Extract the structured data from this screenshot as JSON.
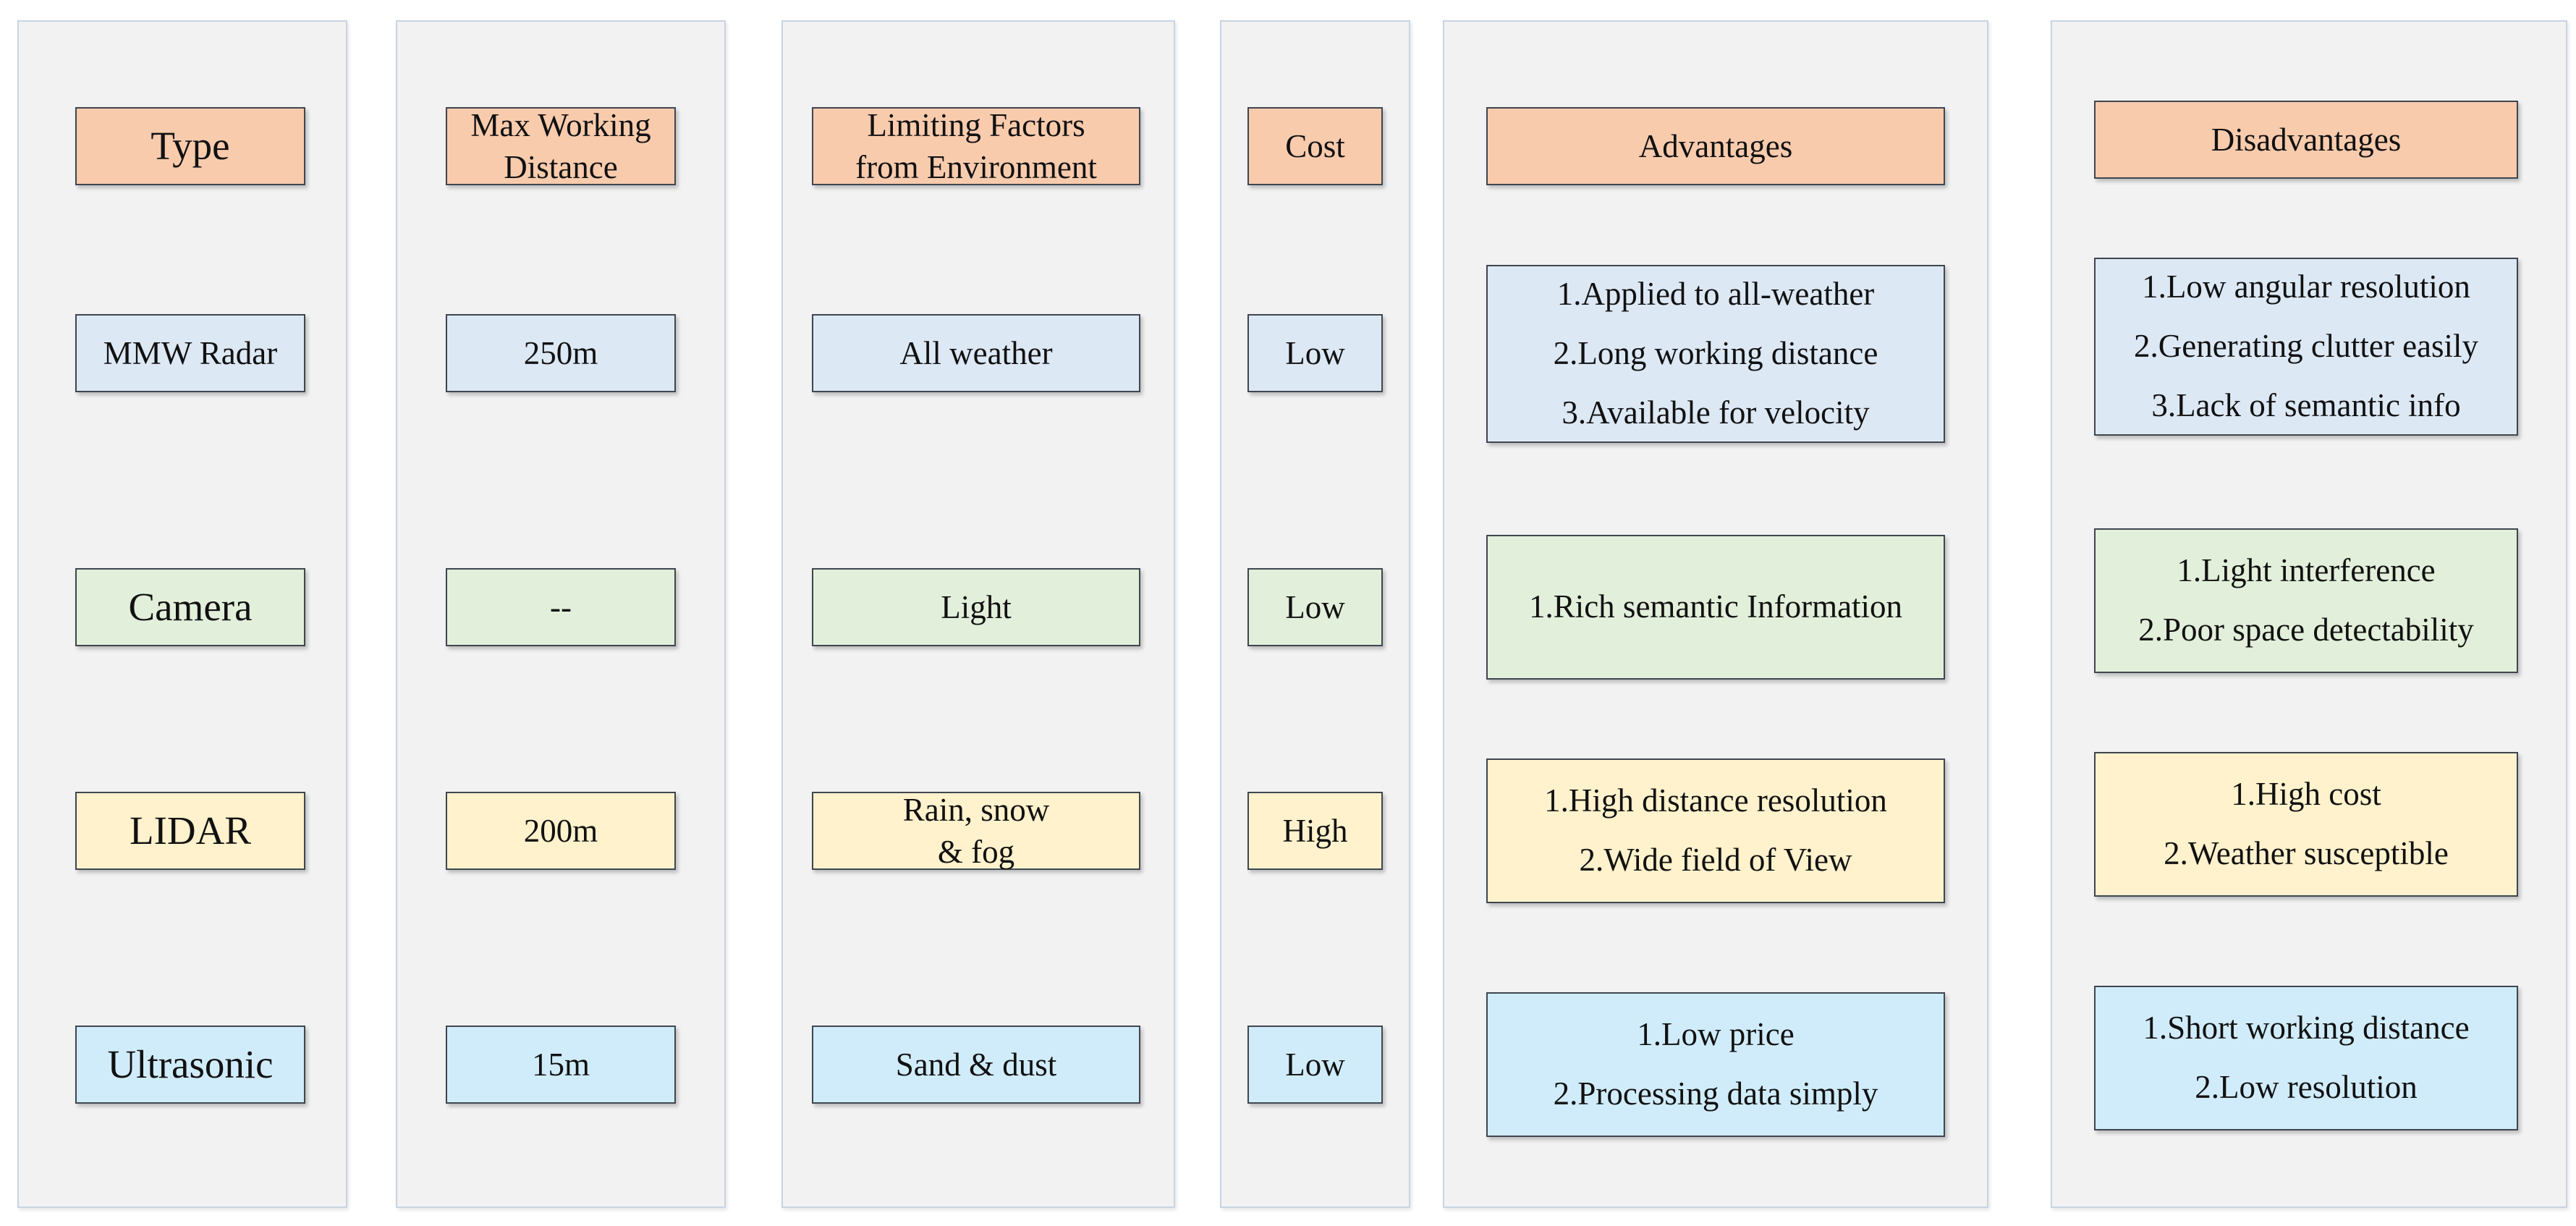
{
  "columns": {
    "type": {
      "header": "Type",
      "rows": [
        "MMW Radar",
        "Camera",
        "LIDAR",
        "Ultrasonic"
      ]
    },
    "max_distance": {
      "header_line1": "Max Working",
      "header_line2": "Distance",
      "rows": [
        "250m",
        "--",
        "200m",
        "15m"
      ]
    },
    "limiting": {
      "header_line1": "Limiting Factors",
      "header_line2": "from Environment",
      "rows": [
        "All weather",
        "Light",
        [
          "Rain, snow",
          "& fog"
        ],
        "Sand & dust"
      ]
    },
    "cost": {
      "header": "Cost",
      "rows": [
        "Low",
        "Low",
        "High",
        "Low"
      ]
    },
    "advantages": {
      "header": "Advantages",
      "rows": [
        [
          "1.Applied to all-weather",
          "2.Long working distance",
          "3.Available for velocity"
        ],
        [
          "1.Rich semantic Information"
        ],
        [
          "1.High distance resolution",
          "2.Wide field of View"
        ],
        [
          "1.Low price",
          "2.Processing data simply"
        ]
      ]
    },
    "disadvantages": {
      "header": "Disadvantages",
      "rows": [
        [
          "1.Low angular resolution",
          "2.Generating clutter easily",
          "3.Lack of semantic info"
        ],
        [
          "1.Light interference",
          "2.Poor space detectability"
        ],
        [
          "1.High cost",
          "2.Weather susceptible"
        ],
        [
          "1.Short working distance",
          "2.Low resolution"
        ]
      ]
    }
  },
  "colors": {
    "header": "#f8cbad",
    "mmw_radar": "#dde8f5",
    "camera": "#e2efda",
    "lidar": "#fff2cc",
    "ultrasonic": "#d0ecfa",
    "column_background": "#f2f2f2",
    "border": "#3f4650"
  }
}
